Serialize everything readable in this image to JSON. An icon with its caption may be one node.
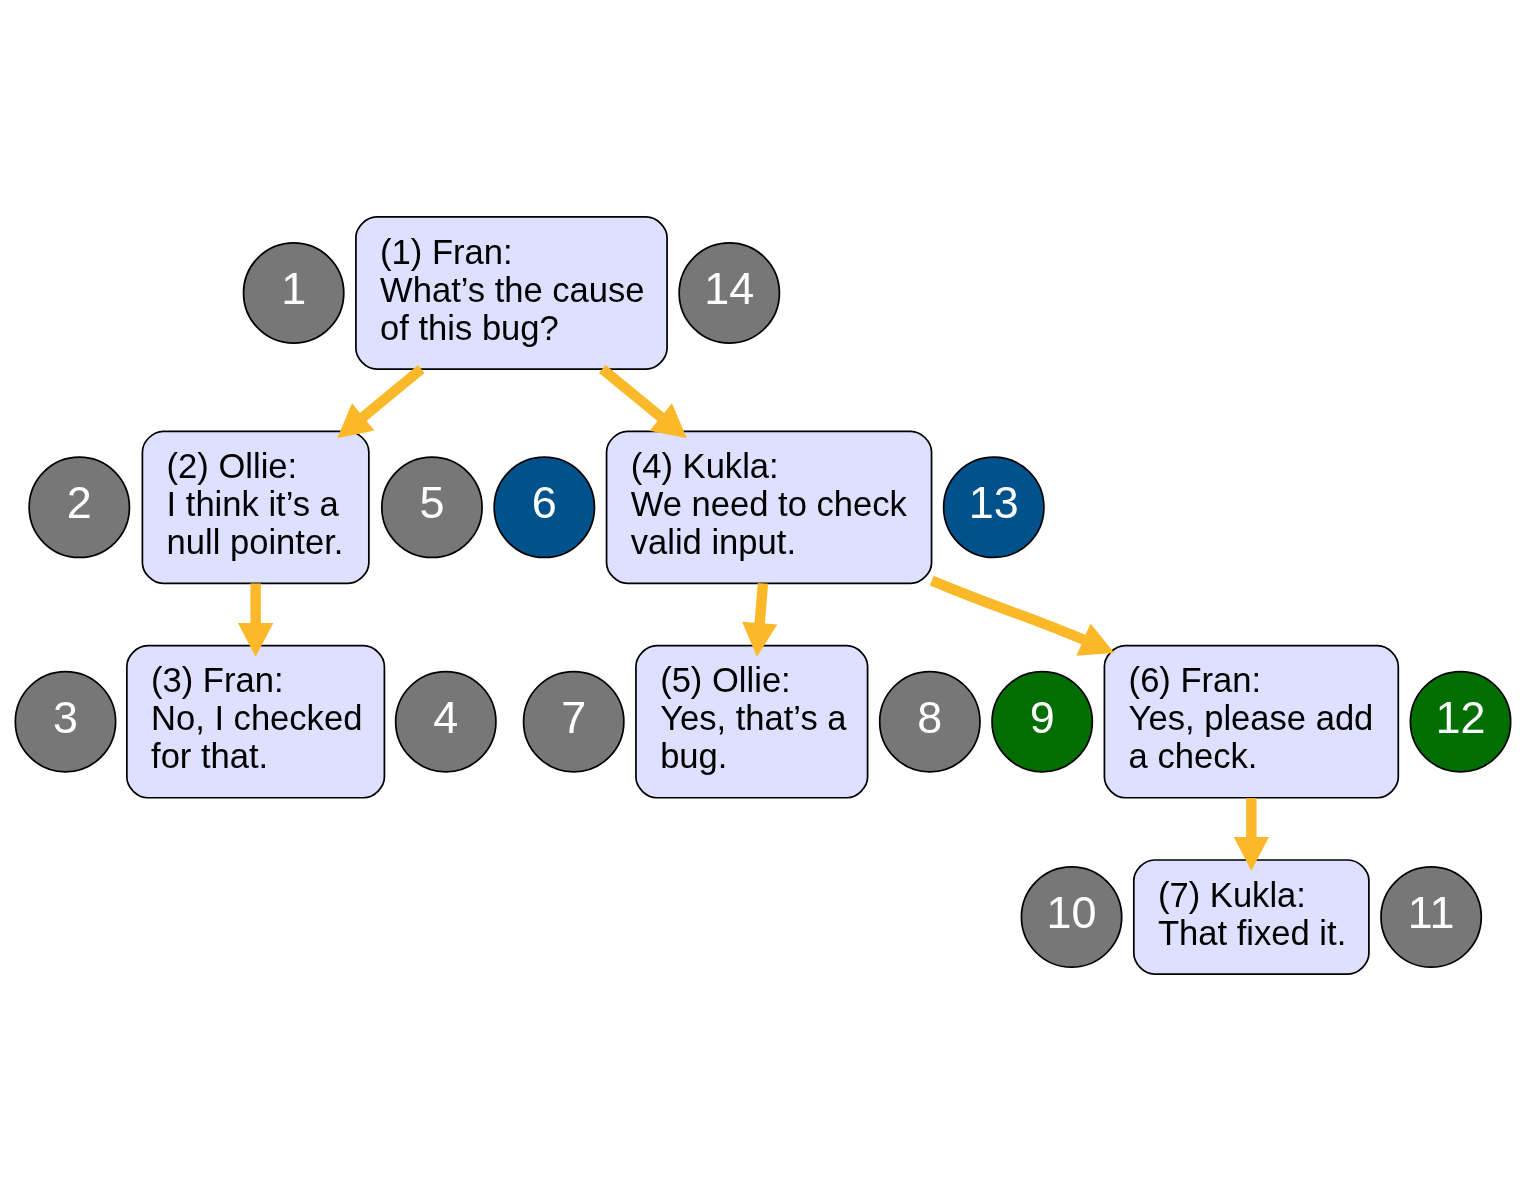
{
  "diagram": {
    "nodes": [
      {
        "text": [
          "(1) Fran:",
          "What’s the cause of this bug?"
        ]
      },
      {
        "text": [
          "1"
        ]
      },
      {
        "text": [
          "14"
        ]
      },
      {
        "text": [
          "(2) Ollie:",
          "I think it’s a null pointer."
        ]
      },
      {
        "text": [
          "2"
        ]
      },
      {
        "text": [
          "5"
        ]
      },
      {
        "text": [
          "(4) Kukla:",
          "We need to check valid input."
        ]
      },
      {
        "text": [
          "6"
        ]
      },
      {
        "text": [
          "13"
        ]
      },
      {
        "text": [
          "(3) Fran:",
          "No, I checked for that."
        ]
      },
      {
        "text": [
          "3"
        ]
      },
      {
        "text": [
          "4"
        ]
      },
      {
        "text": [
          "(5) Ollie:",
          "Yes, that’s a bug."
        ]
      },
      {
        "text": [
          "7"
        ]
      },
      {
        "text": [
          "8"
        ]
      },
      {
        "text": [
          "(6) Fran:",
          "Yes, please add a check."
        ]
      },
      {
        "text": [
          "9"
        ]
      },
      {
        "text": [
          "12"
        ]
      },
      {
        "text": [
          "(7) Kukla:",
          "That fixed it."
        ]
      },
      {
        "text": [
          "10"
        ]
      },
      {
        "text": [
          "11"
        ]
      }
    ],
    "edges": [
      {
        "from": 0,
        "to": 3,
        "arrow": "to"
      },
      {
        "from": 0,
        "to": 6,
        "arrow": "to"
      },
      {
        "from": 3,
        "to": 9,
        "arrow": "to"
      },
      {
        "from": 6,
        "to": 12,
        "arrow": "to"
      },
      {
        "from": 6,
        "to": 15,
        "arrow": "to"
      },
      {
        "from": 15,
        "to": 18,
        "arrow": "to"
      }
    ]
  }
}
